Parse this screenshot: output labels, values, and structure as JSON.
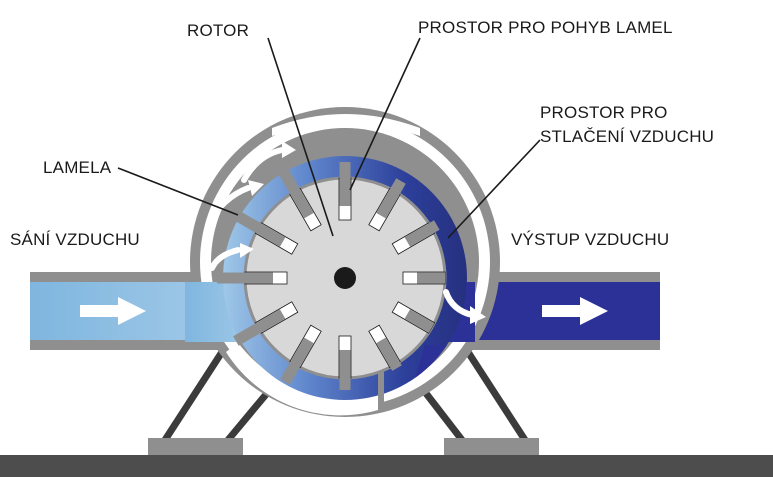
{
  "labels": {
    "rotor": "ROTOR",
    "slot_space": "PROSTOR PRO POHYB LAMEL",
    "compression_line1": "PROSTOR PRO",
    "compression_line2": "STLAČENÍ VZDUCHU",
    "vane": "LAMELA",
    "intake": "SÁNÍ VZDUCHU",
    "outlet": "VÝSTUP VZDUCHU"
  },
  "colors": {
    "housing": "#8f8f8f",
    "rotor": "#d8d8d8",
    "vane": "#8f8f8f",
    "intake_air": "#85b9dc",
    "compressed_air": "#2b3196",
    "base": "#4d4d4d",
    "arrow": "#ffffff"
  },
  "icons": {
    "flow_arrow": "arrow-right-icon"
  }
}
